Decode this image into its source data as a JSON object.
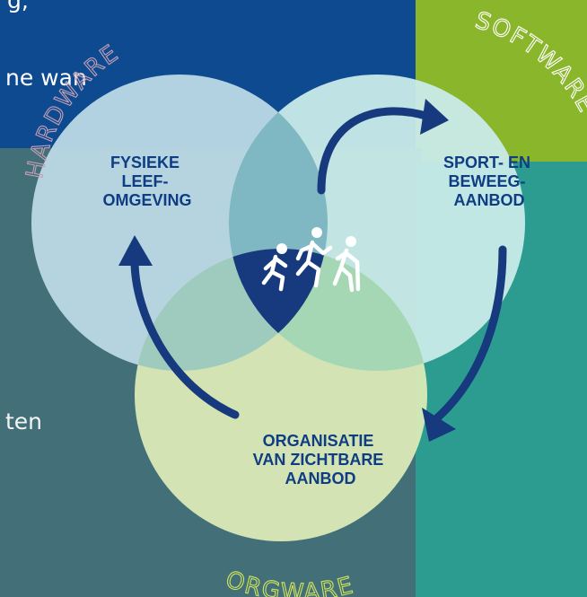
{
  "background": {
    "fragment_top": "g,",
    "fragment_mid": "ne wan",
    "fragment_bottom": "ten"
  },
  "diagram": {
    "circles": {
      "hardware": {
        "lines": [
          "FYSIEKE",
          "LEEF-",
          "OMGEVING"
        ],
        "arc_label": "HARDWARE"
      },
      "software": {
        "lines": [
          "SPORT- EN",
          "BEWEEG-",
          "AANBOD"
        ],
        "arc_label": "SOFTWARE"
      },
      "orgware": {
        "lines": [
          "ORGANISATIE",
          "VAN ZICHTBARE",
          "AANBOD"
        ],
        "arc_label": "ORGWARE"
      }
    },
    "center_icon": "people-running-icon",
    "colors": {
      "navy": "#17397e",
      "circle_hardware": "#bcd9e6",
      "circle_software": "#c9ebe9",
      "circle_orgware": "#e6f0c3",
      "label_text": "#0f3d83"
    }
  }
}
